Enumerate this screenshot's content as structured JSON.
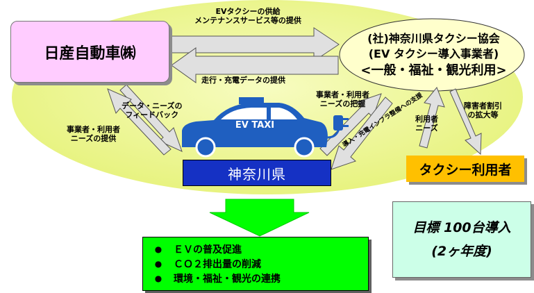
{
  "colors": {
    "ellipse": "#eef88e",
    "nissan_box": "#ffccff",
    "association_ellipse": "#ffffcc",
    "kanagawa_box": "#1531c4",
    "taxi_user_box": "#ffc000",
    "target_box": "#ccffe8",
    "result_box": "#00ff00",
    "arrow_fill": "#e0e0e0",
    "taxi_car": "#1f5fc0"
  },
  "nissan": {
    "label": "日産自動車㈱"
  },
  "association": {
    "line1": "(社)神奈川県タクシー協会",
    "line2": "(EV タクシー導入事業者)",
    "line3": "<一般・福祉・観光利用>"
  },
  "arrows": {
    "supply_line1": "EVタクシーの供給",
    "supply_line2": "メンテナンスサービス等の提供",
    "driving_data": "走行・充電データの提供",
    "feedback_line1": "データ・ニーズの",
    "feedback_line2": "フィードバック",
    "needs_provide_line1": "事業者・利用者",
    "needs_provide_line2": "ニーズの提供",
    "needs_grasp_line1": "事業者・利用者",
    "needs_grasp_line2": "ニーズの把握",
    "infra_support": "導入・充電インフラ整備への支援",
    "user_needs_line1": "利用者",
    "user_needs_line2": "ニーズ",
    "discount_line1": "障害者割引",
    "discount_line2": "の拡大等"
  },
  "taxi": {
    "roof_text": "EV TAXI",
    "icon": "ev-taxi-car-icon"
  },
  "kanagawa": {
    "label": "神奈川県"
  },
  "taxi_user": {
    "label": "タクシー利用者"
  },
  "target": {
    "line1": "目標 100台導入",
    "line2": "(2ヶ年度)"
  },
  "results": {
    "bullet": "●",
    "items": [
      "ＥＶの普及促進",
      "ＣＯ２排出量の削減",
      "環境・福祉・観光の連携"
    ]
  }
}
